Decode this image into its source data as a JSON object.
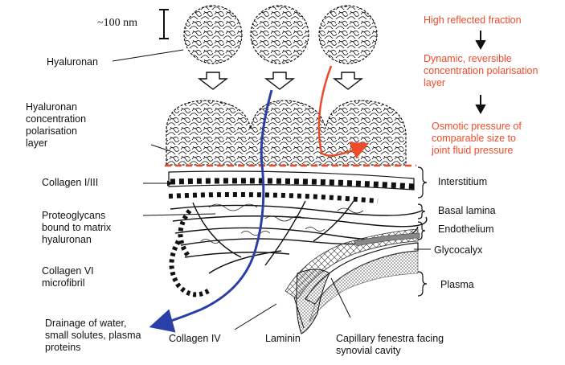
{
  "scale_bar": {
    "label": "~100 nm"
  },
  "left_labels": {
    "hyaluronan": "Hyaluronan",
    "polarisation_layer": "Hyaluronan\nconcentration\npolarisation\nlayer",
    "collagen_1_3": "Collagen I/III",
    "proteoglycans": "Proteoglycans\nbound to matrix\nhyaluronan",
    "collagen_6": "Collagen VI\nmicrofibril",
    "drainage": "Drainage of water,\nsmall solutes, plasma\nproteins"
  },
  "bottom_labels": {
    "collagen_4": "Collagen IV",
    "laminin": "Laminin",
    "capillary": "Capillary fenestra facing\nsynovial cavity"
  },
  "right_labels": {
    "interstitium": "Interstitium",
    "basal_lamina": "Basal lamina",
    "endothelium": "Endothelium",
    "glycocalyx": "Glycocalyx",
    "plasma": "Plasma"
  },
  "flow_chain": [
    "High reflected fraction",
    "Dynamic, reversible\nconcentration polarisation\nlayer",
    "Osmotic pressure of\ncomparable size to\njoint fluid pressure"
  ],
  "colors": {
    "accent_red": "#ee4b2b",
    "drainage_blue": "#2b3fa8",
    "ink": "#111111"
  }
}
